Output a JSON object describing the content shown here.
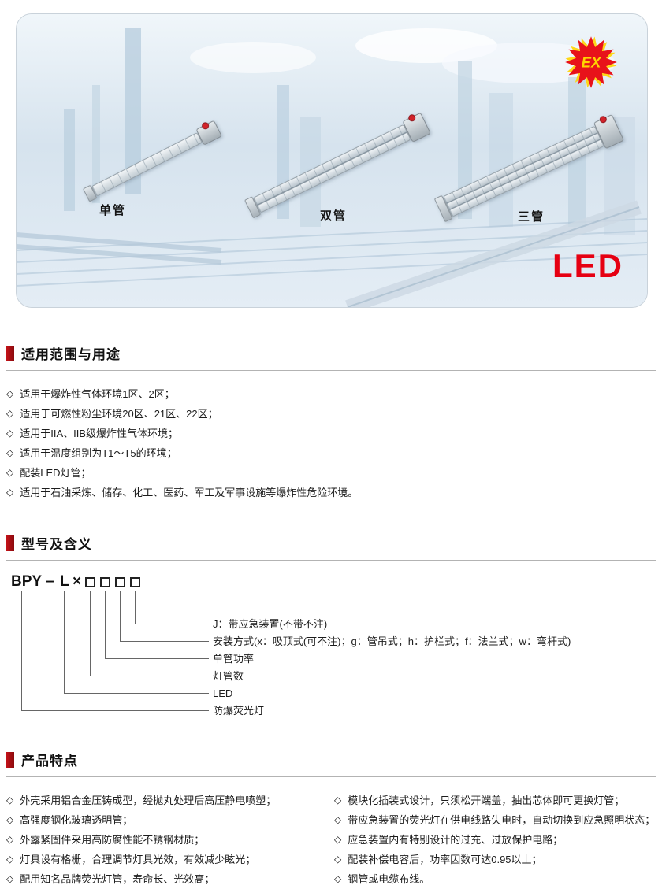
{
  "page": {
    "bullet": "◇"
  },
  "hero": {
    "lamp_labels": {
      "single": "单管",
      "double": "双管",
      "triple": "三管"
    },
    "ex_logo_text": "EX",
    "led_text": "LED"
  },
  "scope": {
    "title": "适用范围与用途",
    "items": [
      "适用于爆炸性气体环境1区、2区；",
      "适用于可燃性粉尘环境20区、21区、22区；",
      "适用于IIA、IIB级爆炸性气体环境；",
      "适用于温度组别为T1～T5的环境；",
      "配装LED灯管；",
      "适用于石油采炼、储存、化工、医药、军工及军事设施等爆炸性危险环境。"
    ]
  },
  "model": {
    "title": "型号及含义",
    "code": {
      "series": "BPY",
      "dash": "–",
      "led_code": "L",
      "times": "×"
    },
    "labels": [
      "J：带应急装置(不带不注)",
      "安装方式(x：吸顶式(可不注)；g：管吊式；h：护栏式；f：法兰式；w：弯杆式)",
      "单管功率",
      "灯管数",
      "LED",
      "防爆荧光灯"
    ]
  },
  "features": {
    "title": "产品特点",
    "left": [
      "外壳采用铝合金压铸成型，经抛丸处理后高压静电喷塑；",
      "高强度钢化玻璃透明管；",
      "外露紧固件采用高防腐性能不锈钢材质；",
      "灯具设有格栅，合理调节灯具光效，有效减少眩光；",
      "配用知名品牌荧光灯管，寿命长、光效高；"
    ],
    "right": [
      "模块化插装式设计，只须松开端盖，抽出芯体即可更换灯管；",
      "带应急装置的荧光灯在供电线路失电时，自动切换到应急照明状态；",
      "应急装置内有特别设计的过充、过放保护电路；",
      "配装补偿电容后，功率因数可达0.95以上；",
      "钢管或电缆布线。"
    ]
  },
  "colors": {
    "accent_red": "#9e0b0f",
    "led_red": "#e60012",
    "ex_red": "#e8121a"
  }
}
